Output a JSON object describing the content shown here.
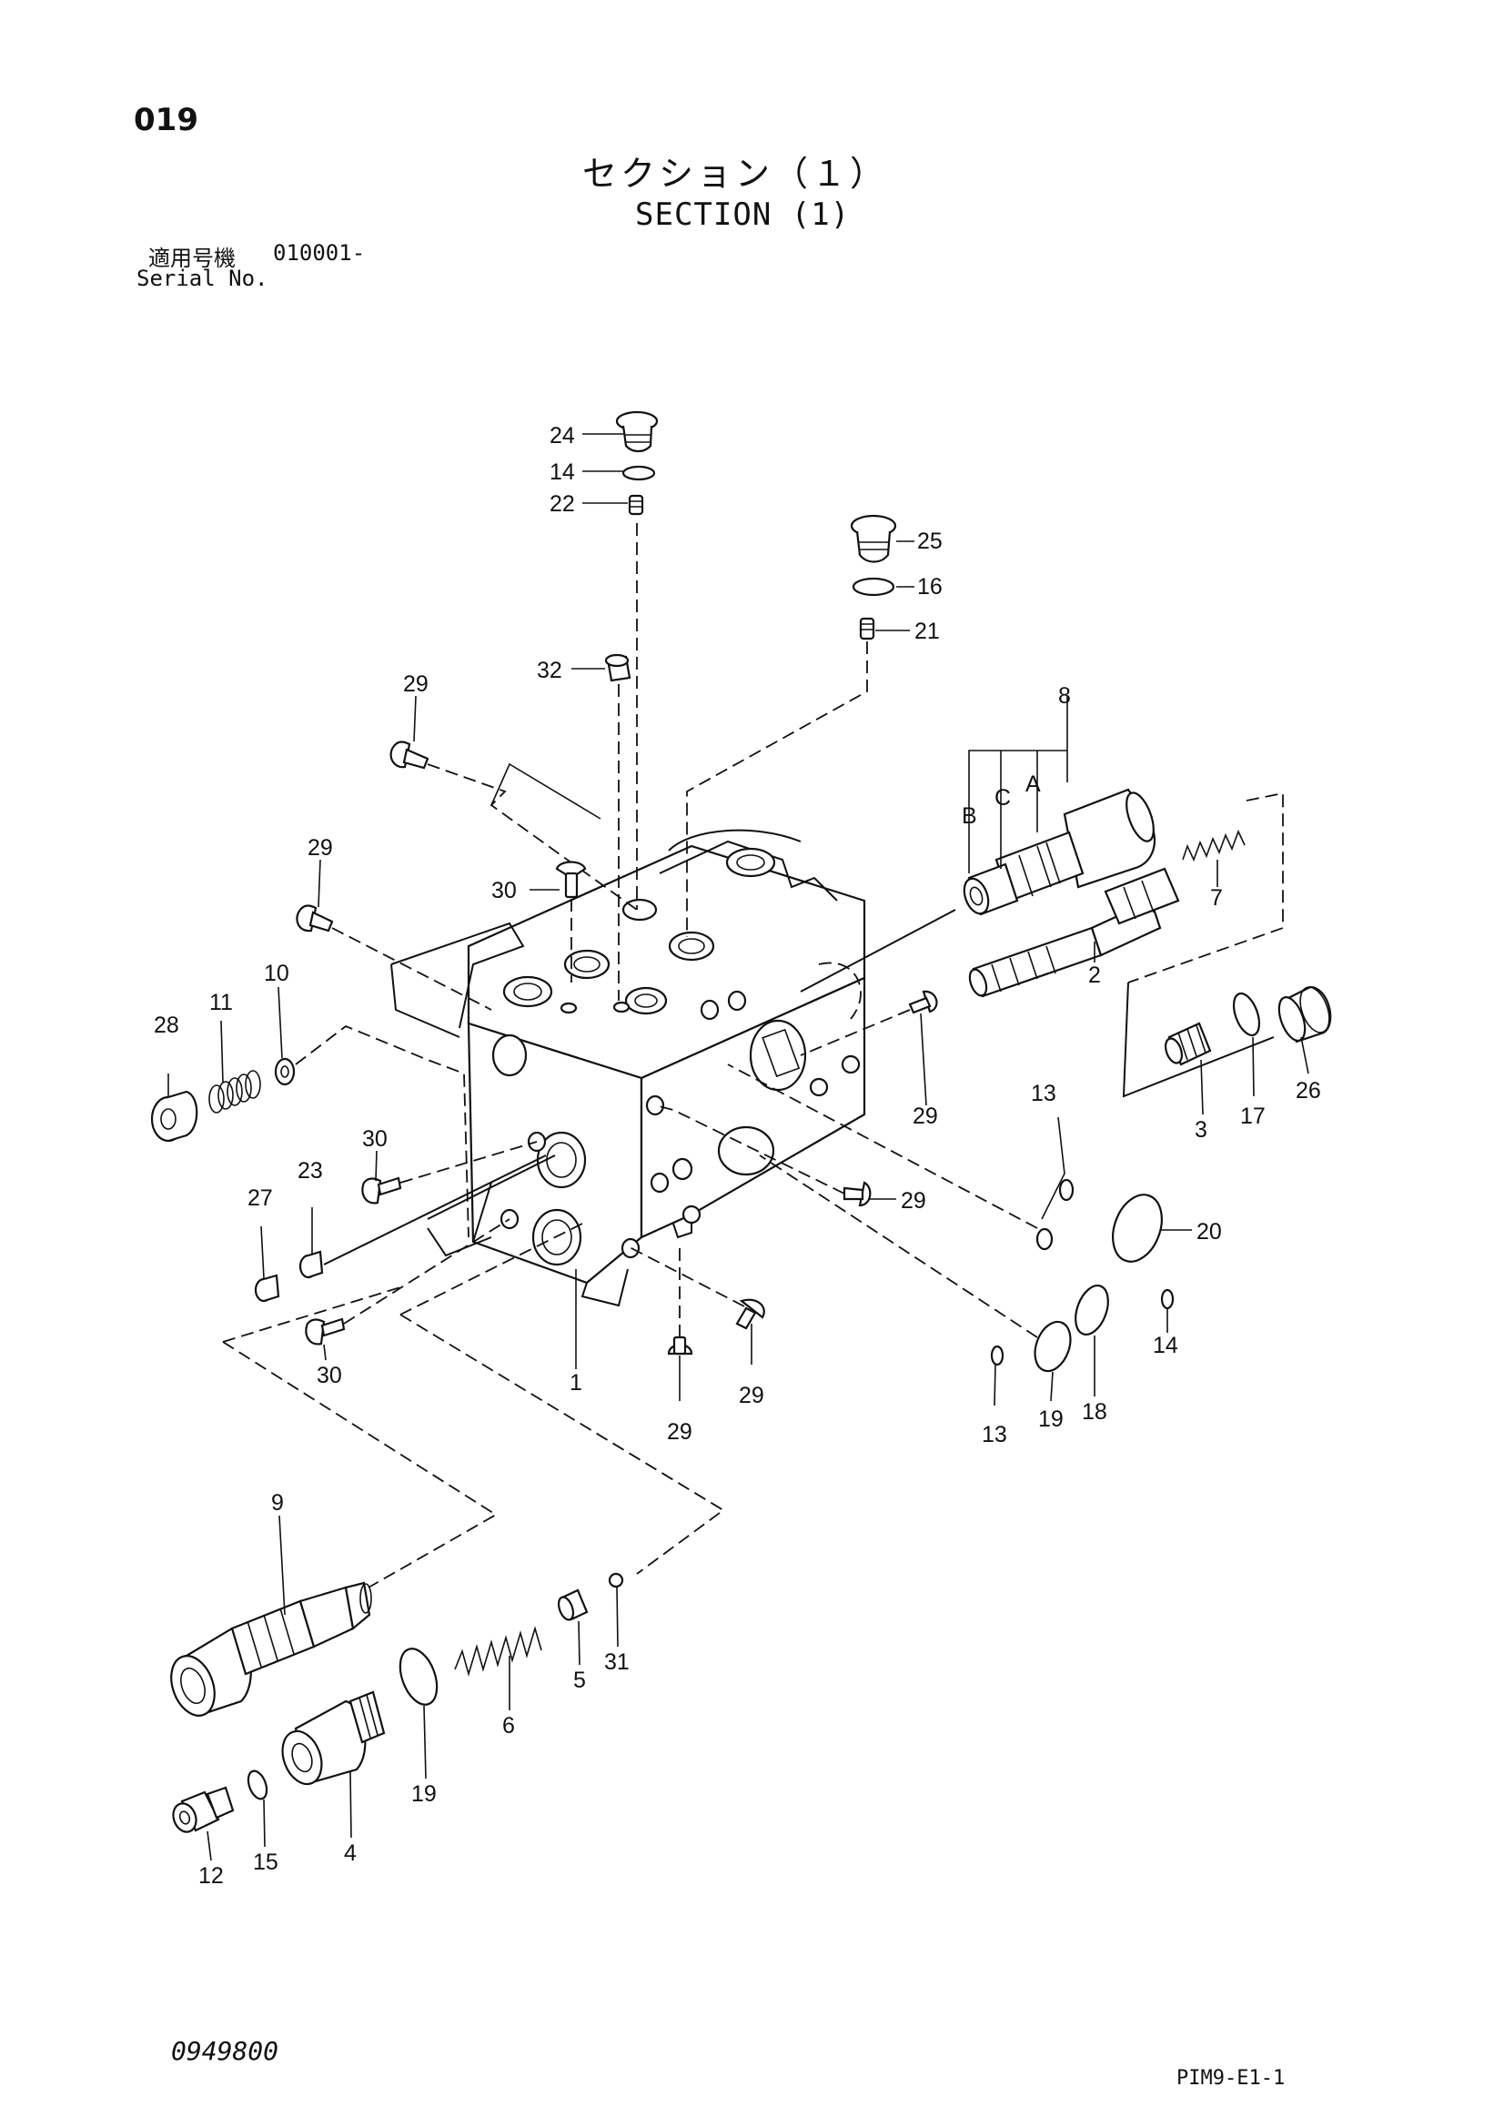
{
  "header": {
    "page_number": "019",
    "title_jp": "セクション（１）",
    "title_en": "SECTION (1)",
    "serial_label_jp": "適用号機",
    "serial_value": "010001-",
    "serial_label_en": "Serial No."
  },
  "footer": {
    "doc_number": "0949800",
    "page_code": "PIM9-E1-1"
  },
  "callouts": {
    "c1": "1",
    "c2": "2",
    "c3": "3",
    "c4": "4",
    "c5": "5",
    "c6": "6",
    "c7": "7",
    "c8": "8",
    "c9": "9",
    "c10": "10",
    "c11": "11",
    "c12": "12",
    "c13a": "13",
    "c13b": "13",
    "c14a": "14",
    "c14b": "14",
    "c15": "15",
    "c16": "16",
    "c17": "17",
    "c18": "18",
    "c19a": "19",
    "c19b": "19",
    "c20": "20",
    "c21": "21",
    "c22": "22",
    "c23": "23",
    "c24": "24",
    "c25": "25",
    "c26": "26",
    "c27": "27",
    "c28": "28",
    "c29a": "29",
    "c29b": "29",
    "c29c": "29",
    "c29d": "29",
    "c29e": "29",
    "c29f": "29",
    "c30a": "30",
    "c30b": "30",
    "c30c": "30",
    "c31": "31",
    "c32": "32",
    "cA": "A",
    "cB": "B",
    "cC": "C"
  }
}
